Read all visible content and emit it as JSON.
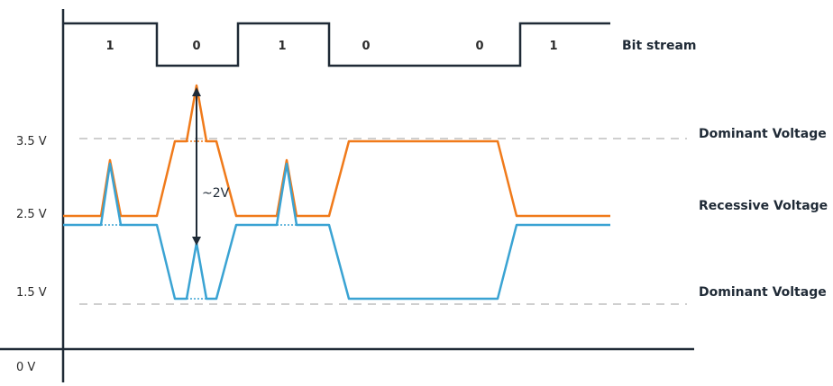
{
  "bit_stream": {
    "label": "Bit stream",
    "bits": [
      "1",
      "0",
      "1",
      "0",
      "0",
      "1"
    ]
  },
  "voltage_labels": {
    "v35": "3.5 V",
    "v25": "2.5 V",
    "v15": "1.5 V",
    "v0": "0 V"
  },
  "levels": {
    "dominant_high": "Dominant Voltage",
    "recessive": "Recessive Voltage",
    "dominant_low": "Dominant Voltage"
  },
  "difference_label": "~2V",
  "colors": {
    "can_high": "#f07a1a",
    "can_low": "#3aa3d3",
    "axis": "#1f2a36",
    "guide": "#cfcfcf"
  }
}
